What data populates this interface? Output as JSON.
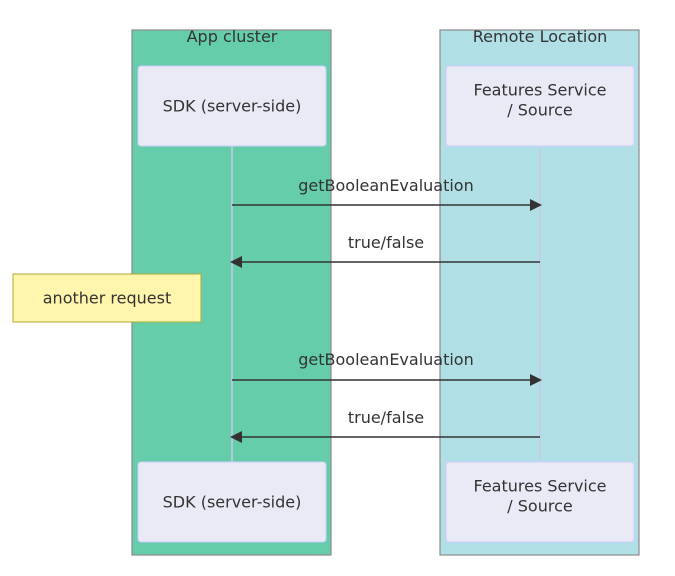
{
  "groups": {
    "left": {
      "label": "App cluster",
      "color": "#66cdaa"
    },
    "right": {
      "label": "Remote Location",
      "color": "#b0dfe5"
    }
  },
  "actors": {
    "sdk": {
      "label": "SDK (server-side)"
    },
    "features": {
      "line1": "Features Service",
      "line2": "/ Source"
    }
  },
  "messages": {
    "m1": "getBooleanEvaluation",
    "m2": "true/false",
    "m3": "getBooleanEvaluation",
    "m4": "true/false"
  },
  "note": {
    "text": "another request",
    "color": "#fff5ad"
  },
  "colors": {
    "actor_fill": "#eaeaf7",
    "actor_border": "#ccccff",
    "lifeline": "#c9c9e6",
    "arrow": "#333333",
    "text": "#333333"
  }
}
